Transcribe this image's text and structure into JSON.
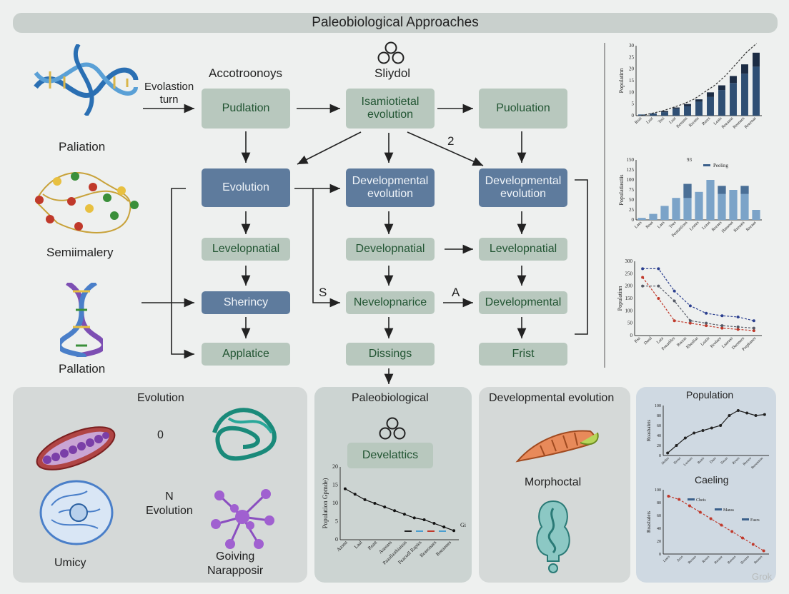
{
  "title": "Paleobiological Approaches",
  "left_icons": [
    {
      "label": "Paliation",
      "icon": "dna-helix-icon"
    },
    {
      "label": "Semiimalery",
      "icon": "molecule-icon"
    },
    {
      "label": "Pallation",
      "icon": "dna-helix-icon"
    }
  ],
  "labels": {
    "evolastion_turn": "Evolastion\nturn",
    "accotroonoys": "Accotroonoys",
    "sliydol": "Sliydol",
    "two": "2",
    "s": "S",
    "a": "A"
  },
  "nodes": {
    "pudlation": "Pudlation",
    "isamiotietal": "Isamiotietal evolution",
    "puoluation": "Puoluation",
    "evolution": "Evolution",
    "dev_evol_1": "Developmental evolution",
    "dev_evol_2": "Developmental evolution",
    "levelopnatial_1": "Levelopnatial",
    "developnatial": "Developnatial",
    "levelopnatial_2": "Levelopnatial",
    "sherincy": "Sherincy",
    "nevelopnarice": "Nevelopnarice",
    "developmental": "Developmental",
    "applatice": "Applatice",
    "dissings": "Dissings",
    "frist": "Frist",
    "develattics": "Develattics"
  },
  "panels": {
    "p1": {
      "title": "Evolution",
      "zero": "0",
      "n_evolution": "N\nEvolution",
      "umicy": "Umicy",
      "goiving": "Goiving\nNarapposir"
    },
    "p2": {
      "title": "Paleobiological",
      "ylabel": "Population Gpmde)"
    },
    "p3": {
      "title": "Developmental evolution",
      "morph": "Morphoctal"
    },
    "p4": {
      "title": "Population",
      "caeling": "Caeling"
    }
  },
  "watermark": "Grok",
  "colors": {
    "light_node": "#b8c8be",
    "dark_node": "#5e7b9d",
    "bar_dark": "#2f4f74",
    "bar_light": "#7ba3c8",
    "red": "#c0392b"
  },
  "chart_data": [
    {
      "type": "bar",
      "id": "top-right-stacked",
      "ylabel": "Populatinn",
      "ylim": [
        0,
        30
      ],
      "yticks": [
        0,
        5,
        10,
        15,
        20,
        25,
        30
      ],
      "categories": [
        "Reat",
        "Leat",
        "Tesi",
        "Leat",
        "Reeams",
        "Rooms",
        "Reers",
        "Leats",
        "Reeaans",
        "Rennaes",
        "Reeenas"
      ],
      "series": [
        {
          "values": [
            0.5,
            1,
            1.5,
            3,
            4,
            6,
            8,
            11,
            14,
            18,
            21
          ]
        },
        {
          "values": [
            0,
            0,
            0.5,
            0.5,
            1,
            1,
            2,
            2,
            3,
            4,
            6
          ]
        }
      ],
      "trend": [
        0,
        1,
        2,
        3.5,
        5,
        7,
        10,
        13,
        17,
        22,
        27,
        31
      ]
    },
    {
      "type": "bar",
      "id": "mid-right-bars",
      "ylabel": "Populatiastiis",
      "ylim": [
        0,
        150
      ],
      "yticks": [
        0,
        25,
        50,
        75,
        100,
        125,
        150
      ],
      "categories": [
        "Laes",
        "Reas",
        "Laes",
        "Tees",
        "Peuttattions",
        "Leates",
        "Leass",
        "Reeaes",
        "Hanseas",
        "Reeaats",
        "Reeaas"
      ],
      "values": [
        5,
        15,
        35,
        55,
        90,
        70,
        100,
        85,
        75,
        85,
        25
      ],
      "highlight": [
        0,
        0,
        0,
        0,
        35,
        0,
        0,
        20,
        0,
        20,
        0
      ],
      "legend": "Peeling",
      "annotation": "93"
    },
    {
      "type": "line",
      "id": "right-lines",
      "ylabel": "Populatinn",
      "ylim": [
        0,
        300
      ],
      "yticks": [
        0,
        50,
        100,
        150,
        200,
        250,
        300
      ],
      "categories": [
        "Rsa",
        "Deed",
        "Lata",
        "Ponarbles",
        "Reeras",
        "Rhealias",
        "Leatie",
        "Reolaes",
        "Laaeass",
        "Deemees",
        "Prephanes"
      ],
      "series": [
        {
          "color": "#2b3f8f",
          "values": [
            270,
            270,
            180,
            120,
            90,
            80,
            75,
            60
          ]
        },
        {
          "color": "#c0392b",
          "values": [
            235,
            150,
            60,
            50,
            40,
            30,
            25,
            20
          ]
        },
        {
          "color": "#555a66",
          "values": [
            200,
            200,
            140,
            60,
            50,
            40,
            35,
            30
          ]
        }
      ]
    },
    {
      "type": "line",
      "id": "panel-p2-line",
      "ylabel": "Population Gpmde)",
      "ylim": [
        0,
        20
      ],
      "yticks": [
        0,
        5,
        10,
        15,
        20
      ],
      "categories": [
        "Aasnn",
        "Laal",
        "Reatt",
        "Aseeass",
        "Paasllasthiaieas",
        "Peacodl Rapies",
        "Reasonaes",
        "Reeaones"
      ],
      "values": [
        14,
        12.5,
        11,
        10,
        9,
        8,
        7,
        6,
        5.5,
        4.5,
        3.5,
        2.5
      ],
      "annotation": "Gi"
    },
    {
      "type": "line",
      "id": "panel-p4-population",
      "ylabel": "Roasbalets",
      "ylim": [
        0,
        100
      ],
      "yticks": [
        0,
        20,
        40,
        60,
        80,
        100
      ],
      "categories": [
        "Dedas",
        "Reess",
        "Leeteas",
        "Reais",
        "Daas",
        "Paoas",
        "Reeas",
        "Reeaes",
        "Reeenmne"
      ],
      "values": [
        5,
        20,
        35,
        45,
        50,
        55,
        60,
        80,
        90,
        85,
        80,
        82
      ]
    },
    {
      "type": "line",
      "id": "panel-p4-caeling",
      "ylabel": "Roasbalets",
      "ylim": [
        0,
        100
      ],
      "yticks": [
        0,
        20,
        40,
        60,
        80,
        100
      ],
      "categories": [
        "Lasrs",
        "Aess",
        "Reesas",
        "Reeas",
        "Reease",
        "Reeeas",
        "Reeans",
        "Reseas"
      ],
      "values": [
        90,
        85,
        75,
        65,
        55,
        45,
        35,
        25,
        15,
        5
      ],
      "legend": [
        "Cheis",
        "Maras",
        "Fasrs"
      ]
    }
  ]
}
